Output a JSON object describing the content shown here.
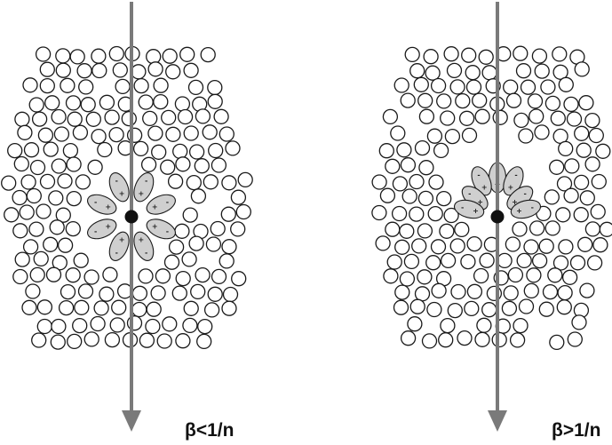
{
  "panels": [
    {
      "id": "left",
      "condition_label": "β<1/n",
      "dipole_pattern": "symmetric"
    },
    {
      "id": "right",
      "condition_label": "β>1/n",
      "dipole_pattern": "cone-behind-particle"
    }
  ]
}
